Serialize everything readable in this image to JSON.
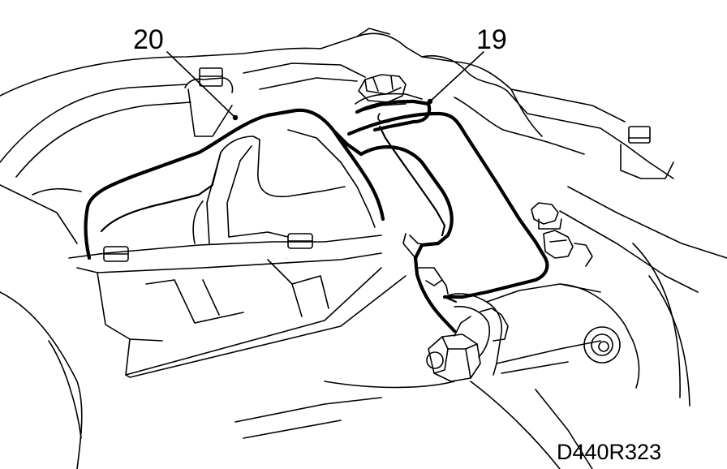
{
  "callouts": [
    {
      "id": "20",
      "label": "20"
    },
    {
      "id": "19",
      "label": "19"
    }
  ],
  "figure_code": "D440R323"
}
